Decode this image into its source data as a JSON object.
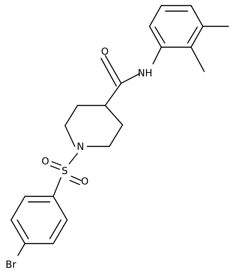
{
  "molecule": {
    "atoms": {
      "oxygen_carbonyl": "O",
      "amide_nh": "NH",
      "piperidine_n": "N",
      "sulfur": "S",
      "sulfonyl_o_left": "O",
      "sulfonyl_o_right": "O",
      "bromine": "Br"
    }
  }
}
